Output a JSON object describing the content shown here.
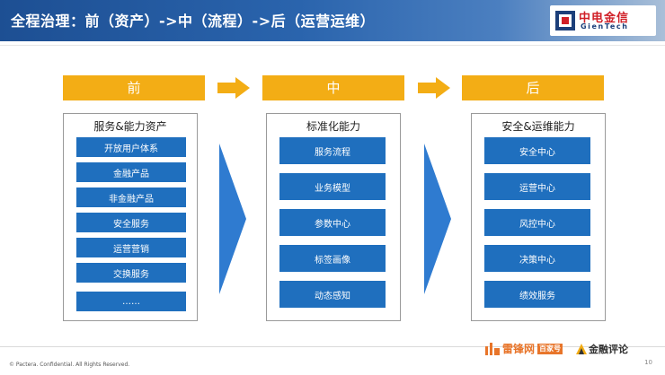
{
  "header": {
    "title": "全程治理：前（资产）->中（流程）->后（运营运维）",
    "logo_cn": "中电金信",
    "logo_en": "GienTech"
  },
  "stages": [
    {
      "label": "前",
      "title": "服务&能力资产",
      "items": [
        "开放用户体系",
        "金融产品",
        "非金融产品",
        "安全服务",
        "运营营销",
        "交换服务",
        "……"
      ]
    },
    {
      "label": "中",
      "title": "标准化能力",
      "items": [
        "服务流程",
        "业务模型",
        "参数中心",
        "标签画像",
        "动态感知"
      ]
    },
    {
      "label": "后",
      "title": "安全&运维能力",
      "items": [
        "安全中心",
        "运营中心",
        "风控中心",
        "决策中心",
        "绩效服务"
      ]
    }
  ],
  "footer": {
    "copyright": "© Pactera. Confidential. All Rights Reserved.",
    "page_number": "10",
    "watermark_1": "雷锋网",
    "watermark_1_tag": "百家号",
    "watermark_2": "金融评论"
  },
  "colors": {
    "header_blue": "#2a64ad",
    "stage_orange": "#f3ad15",
    "item_blue": "#1f6fbe",
    "flow_arrow_blue": "#2f7bd0"
  }
}
